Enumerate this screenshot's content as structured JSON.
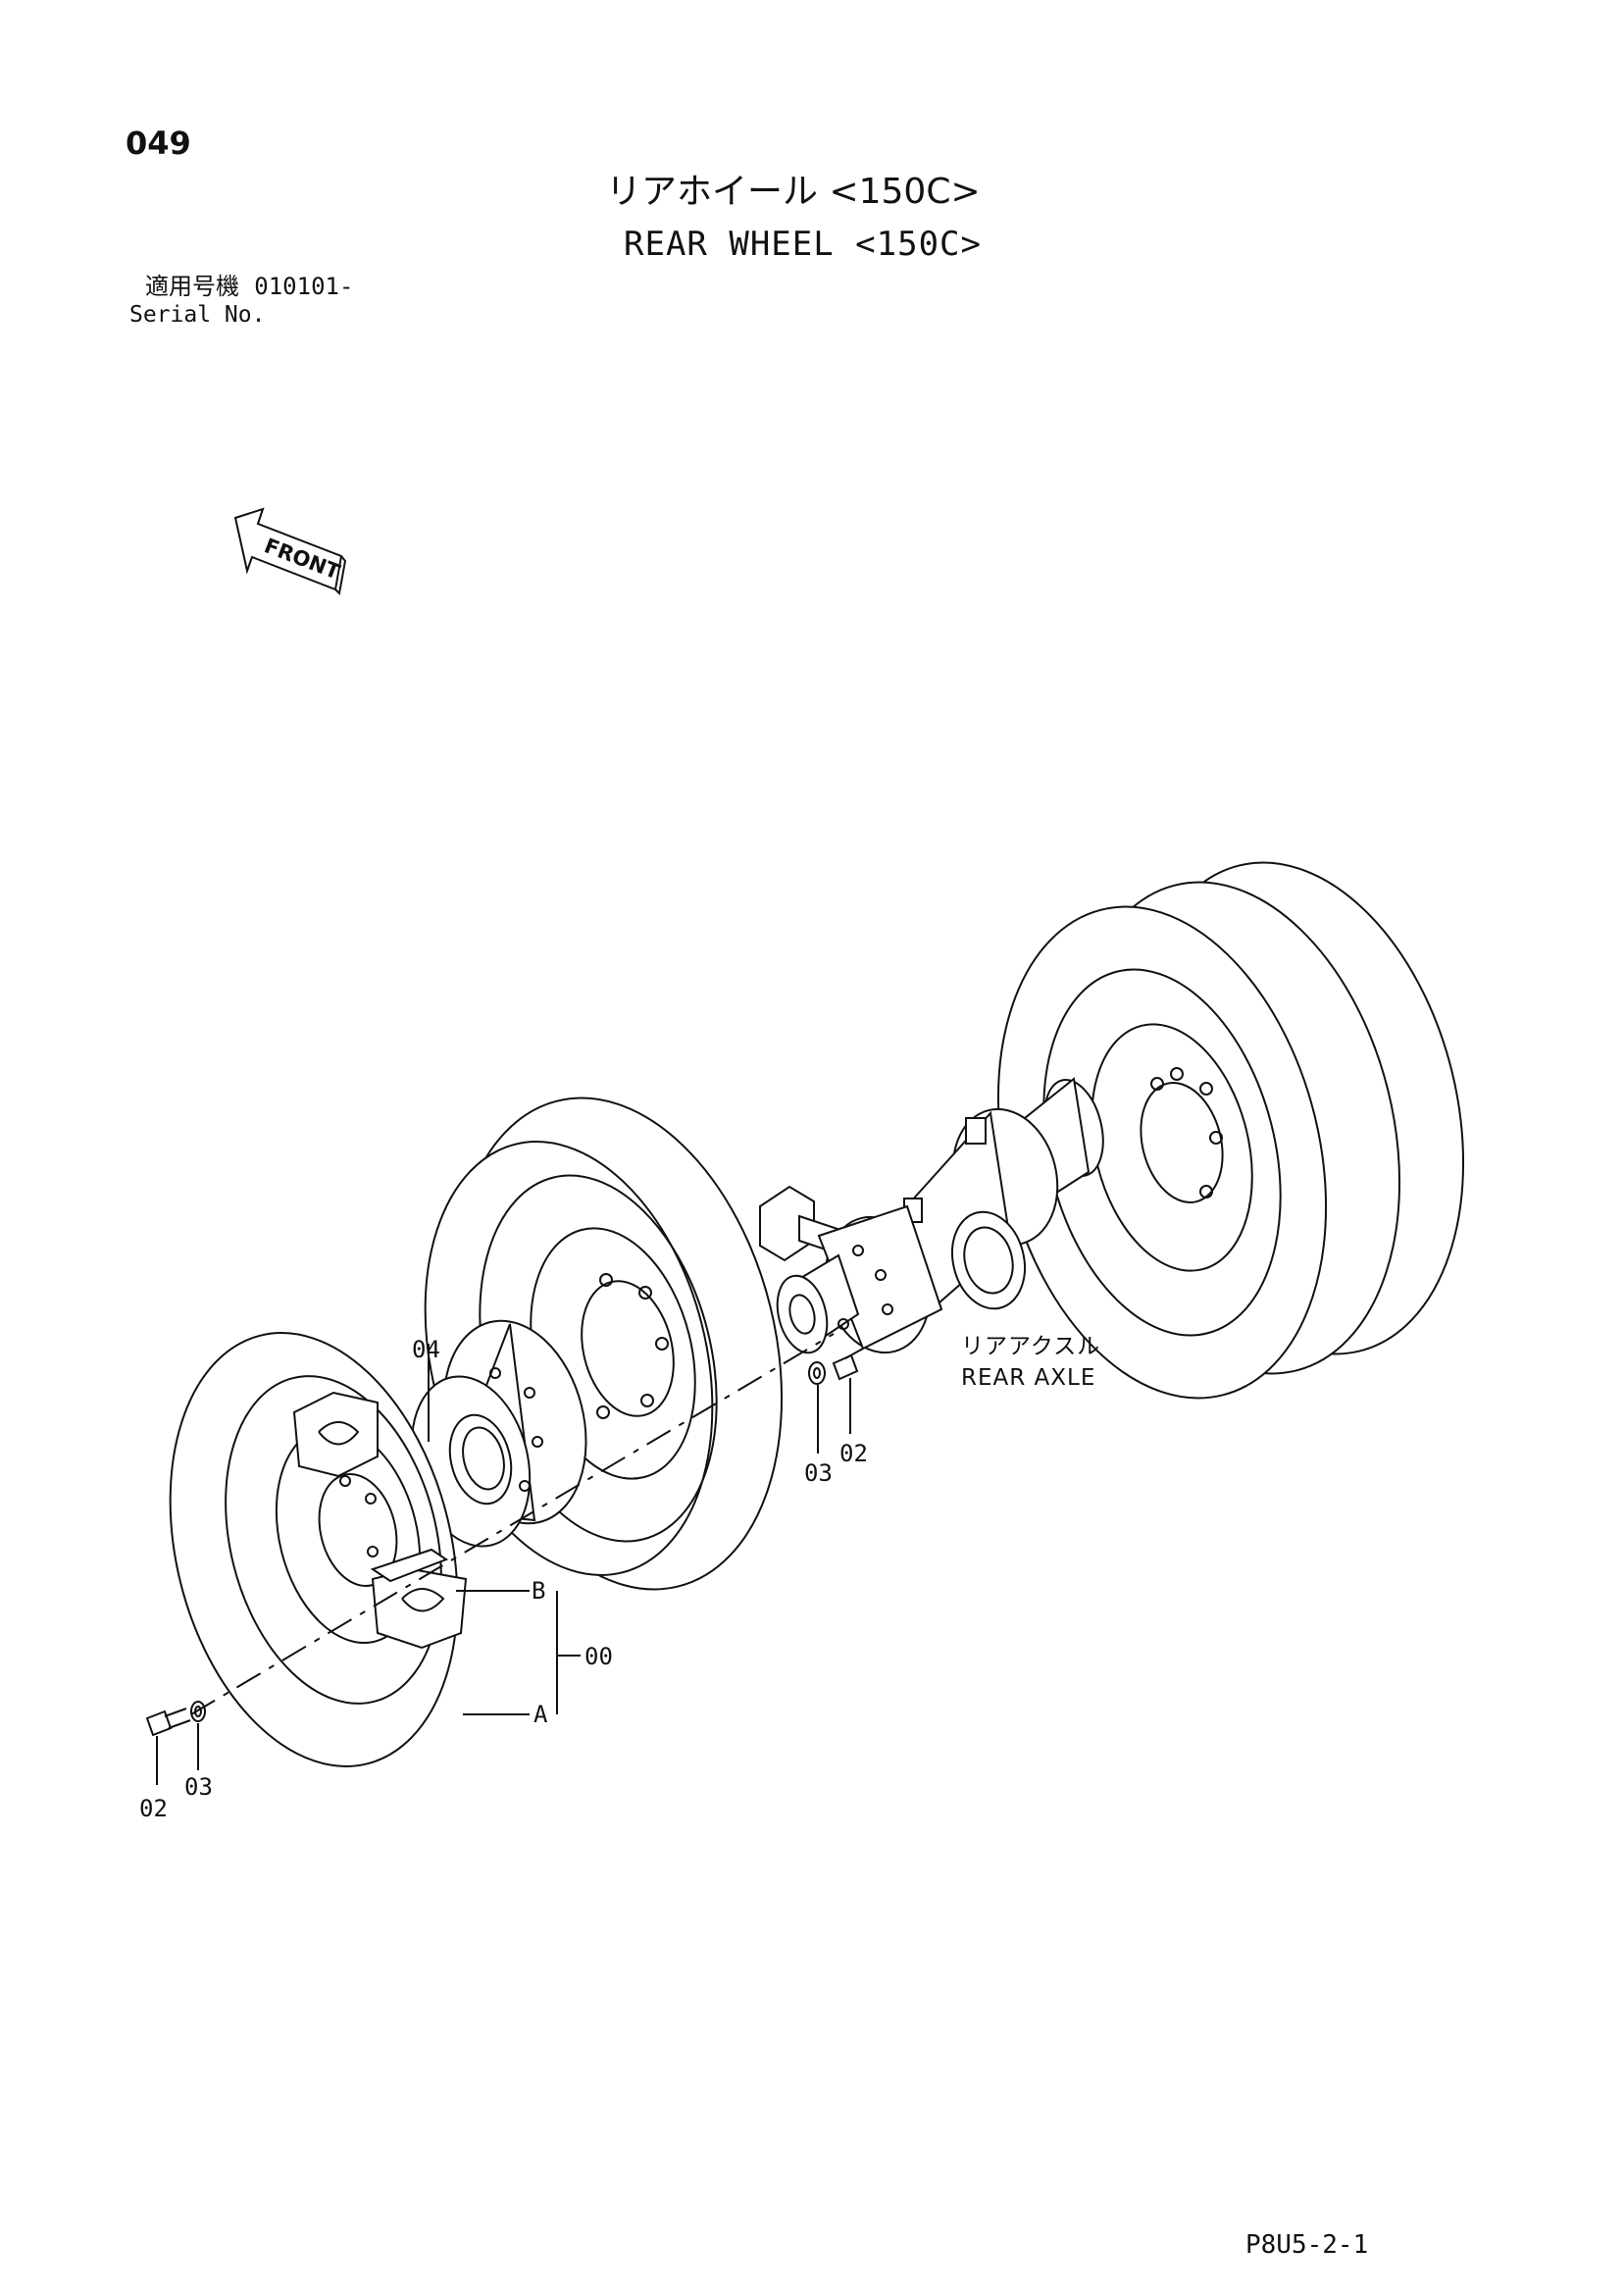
{
  "page": {
    "number": "049",
    "title_jp": "リアホイール <150C>",
    "title_en": "REAR WHEEL <150C>",
    "serial_label_jp": "適用号機",
    "serial_value": "010101-",
    "serial_label_en": "Serial No.",
    "doc_code": "P8U5-2-1"
  },
  "diagram": {
    "front_arrow_label": "FRONT",
    "axle_label_jp": "リアアクスル",
    "axle_label_en": "REAR AXLE",
    "callouts": {
      "hub_04": "04",
      "axle_washer_03": "03",
      "axle_bolt_02": "02",
      "balance_weight_b": "B",
      "balance_weight_a": "A",
      "assembly_00": "00",
      "bolt_02": "02",
      "washer_03": "03"
    }
  }
}
